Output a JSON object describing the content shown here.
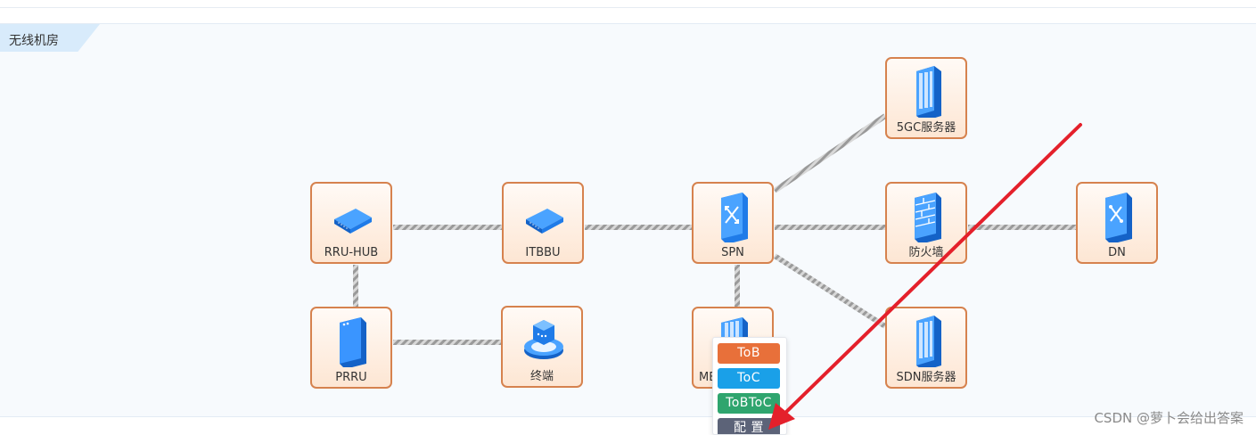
{
  "panel": {
    "title": "无线机房"
  },
  "nodes": {
    "rru_hub": "RRU-HUB",
    "itbbu": "ITBBU",
    "spn": "SPN",
    "gc5": "5GC服务器",
    "firewall": "防火墙",
    "dn": "DN",
    "prru": "PRRU",
    "terminal": "终端",
    "mec": "ME",
    "sdn": "SDN服务器"
  },
  "context_menu": {
    "items": [
      {
        "label": "ToB",
        "color": "#e8703a"
      },
      {
        "label": "ToC",
        "color": "#1aa0e8"
      },
      {
        "label": "ToBToC",
        "color": "#2fa56e"
      },
      {
        "label": "配 置",
        "color": "#5c6378"
      }
    ]
  },
  "watermark": "CSDN @萝卜会给出答案",
  "colors": {
    "node_border": "#d6824e",
    "panel_bg": "#f7fafd",
    "panel_title_bg": "#d8ebfb",
    "arrow": "#e4202b",
    "icon_blue": "#1f7be8"
  }
}
